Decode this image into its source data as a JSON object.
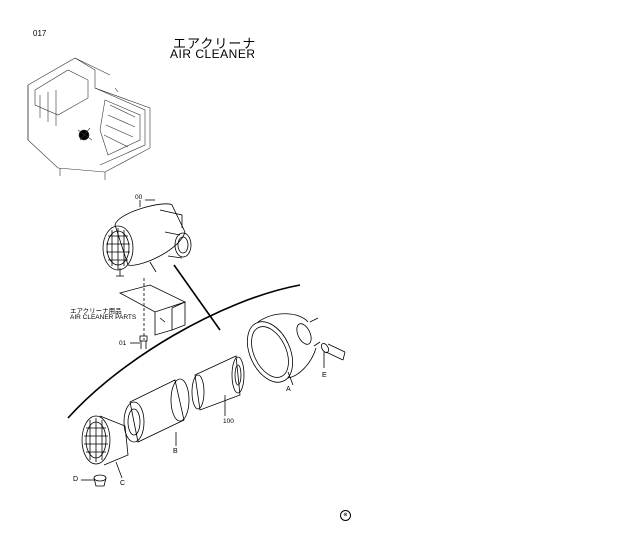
{
  "page": {
    "number": "017",
    "corner_mark": "⊗"
  },
  "title": {
    "japanese": "エアクリーナ",
    "english": "AIR  CLEANER"
  },
  "parts_group": {
    "japanese": "エアクリーナ用品",
    "english": "AIR CLEANER PARTS"
  },
  "callouts": {
    "assembly": "00",
    "bolt": "01",
    "inner_element": "100",
    "a": "A",
    "b": "B",
    "c": "C",
    "d": "D",
    "e": "E"
  }
}
